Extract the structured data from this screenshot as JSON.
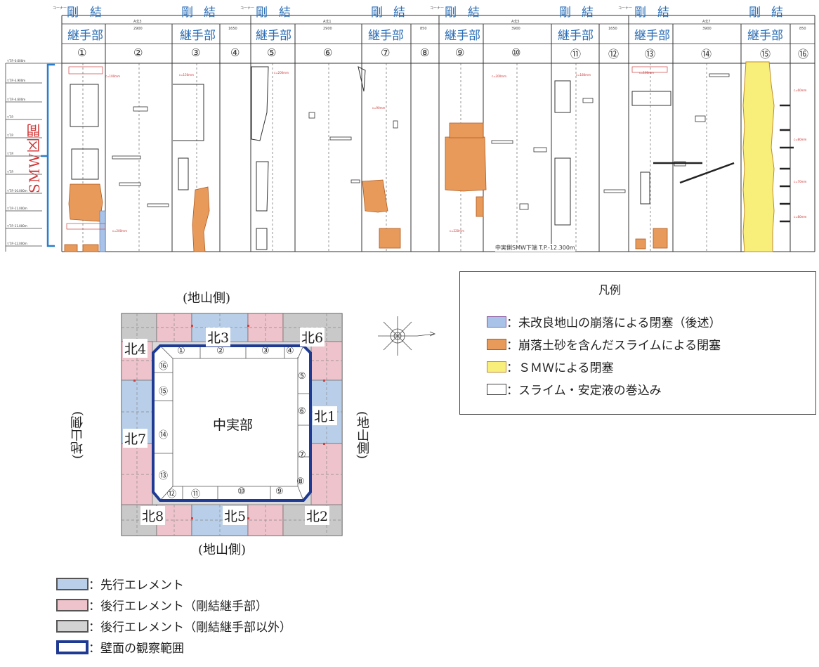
{
  "section": {
    "corner_labels": [
      "コーナー",
      "コーナー",
      "コーナー",
      "コーナー"
    ],
    "top_labels": [
      "剛",
      "結",
      "剛",
      "結",
      "剛",
      "結",
      "剛",
      "結",
      "剛",
      "結",
      "剛",
      "結",
      "剛",
      "結",
      "剛",
      "結"
    ],
    "joint_labels": [
      "継手部",
      "継手部",
      "継手部",
      "継手部",
      "継手部",
      "継手部",
      "継手部",
      "継手部"
    ],
    "dims": [
      "2900",
      "1650",
      "2900",
      "850",
      "3900",
      "1650",
      "3900",
      "850"
    ],
    "element_codes": [
      "A北3",
      "A北1",
      "A北5",
      "A北7"
    ],
    "columns": [
      "①",
      "②",
      "③",
      "④",
      "⑤",
      "⑥",
      "⑦",
      "⑧",
      "⑨",
      "⑩",
      "⑪",
      "⑫",
      "⑬",
      "⑭",
      "⑮",
      "⑯"
    ],
    "smw_label": "SMW区間",
    "bottom_note": "中実側SMW下端 T.P.-12.300m"
  },
  "plan": {
    "side_top": "(地山側)",
    "side_bottom": "(地山側)",
    "side_left": "(地山側)",
    "side_right": "(地山側)",
    "center": "中実部",
    "tags": {
      "n3": "北3",
      "n6": "北6",
      "n4": "北4",
      "n1": "北1",
      "n7": "北7",
      "n8": "北8",
      "n5": "北5",
      "n2": "北2"
    },
    "nums": [
      "①",
      "②",
      "③",
      "④",
      "⑤",
      "⑥",
      "⑦",
      "⑧",
      "⑨",
      "⑩",
      "⑪",
      "⑫",
      "⑬",
      "⑭",
      "⑮",
      "⑯"
    ]
  },
  "legend1": {
    "title": "凡例",
    "items": [
      {
        "color": "#a9c3e8",
        "text": "：未改良地山の崩落による閉塞（後述）"
      },
      {
        "color": "#e79a5a",
        "text": "：崩落土砂を含んだスライムによる閉塞"
      },
      {
        "color": "#f8ef7a",
        "text": "：ＳＭＷによる閉塞"
      },
      {
        "color": "#ffffff",
        "text": "：スライム・安定液の巻込み"
      }
    ]
  },
  "legend2": {
    "items": [
      {
        "color": "#b9cfe9",
        "border": "#555",
        "text": "：先行エレメント"
      },
      {
        "color": "#efc3cb",
        "border": "#555",
        "text": "：後行エレメント（剛結継手部）"
      },
      {
        "color": "#d3d3d3",
        "border": "#555",
        "text": "：後行エレメント（剛結継手部以外）"
      },
      {
        "color": "#ffffff",
        "border": "#1f3a93",
        "text": "：壁面の観察範囲"
      }
    ]
  }
}
